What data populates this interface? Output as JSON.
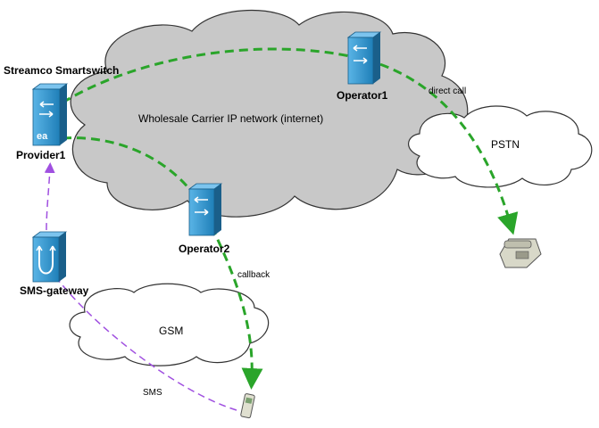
{
  "labels": {
    "streamco": "Streamco Smartswitch",
    "provider1": "Provider1",
    "operator1": "Operator1",
    "operator2": "Operator2",
    "sms_gateway": "SMS-gateway",
    "wholesale": "Wholesale Carrier IP network (internet)",
    "pstn": "PSTN",
    "gsm": "GSM",
    "direct_call": "direct call",
    "callback": "callback",
    "sms": "SMS"
  },
  "colors": {
    "cloud_fill": "#c8c8c8",
    "small_cloud_fill": "#ffffff",
    "router_blue": "#2b8fc7",
    "router_dark": "#1a5f8a",
    "call_path": "#2aa52a",
    "sms_path": "#a050e0"
  }
}
